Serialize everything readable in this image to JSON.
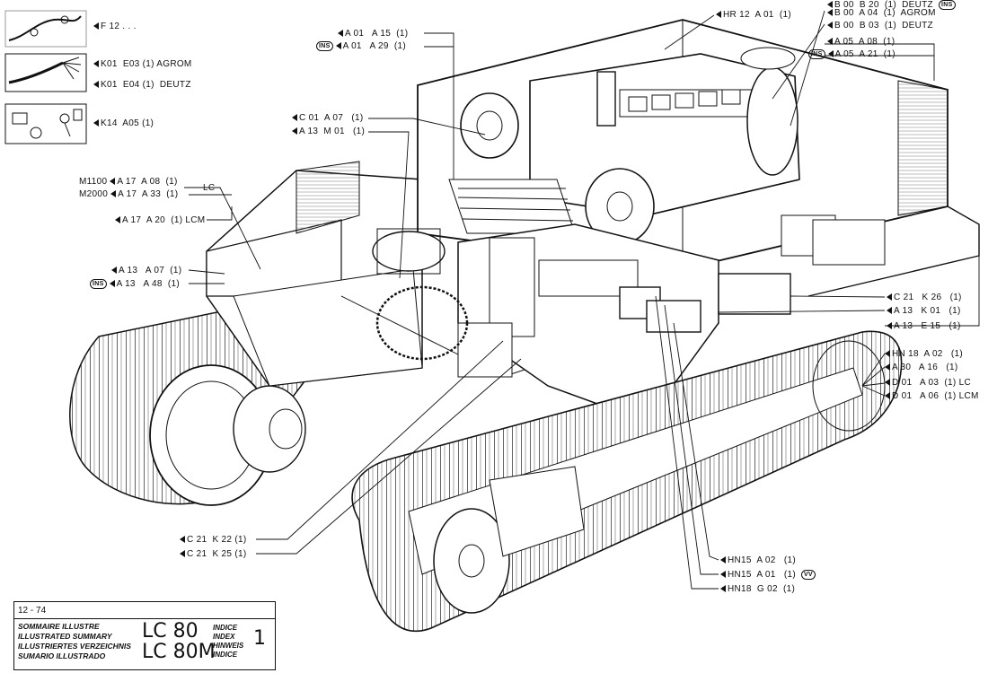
{
  "labels": {
    "f12": "F 12 . . .",
    "k01e03": "K01  E03 (1) AGROM",
    "k01e04": "K01  E04 (1)  DEUTZ",
    "k14a05": "K14  A05 (1)",
    "hr12a01": "HR 12  A 01  (1)",
    "b00b20": "B 00  B 20  (1)  DEUTZ",
    "b00a04": "B 00  A 04  (1)  AGROM",
    "b00b03": "B 00  B 03  (1)  DEUTZ",
    "a05a08": "A 05  A 08  (1)",
    "a05a21": "A 05  A 21  (1)",
    "a01a15": "A 01   A 15  (1)",
    "a01a29": "A 01   A 29  (1)",
    "c01a07": "C 01  A 07   (1)",
    "a13m01": "A 13  M 01   (1)",
    "m1100_pre": "M1100",
    "a17a08": "A 17  A 08  (1)",
    "m2000_pre": "M2000",
    "a17a33": "A 17  A 33  (1)",
    "lc": "LC",
    "a17a20": "A 17  A 20  (1) LCM",
    "a13a07": "A 13   A 07  (1)",
    "a13a48": "A 13   A 48  (1)",
    "c21k26": "C 21   K 26   (1)",
    "a13k01": "A 13   K 01   (1)",
    "a13e15": "A 13   E 15   (1)",
    "hn18a02": "HN 18  A 02   (1)",
    "a30a16": "A 30   A 16   (1)",
    "d01a03": "D 01   A 03  (1) LC",
    "d01a06": "D 01   A 06  (1) LCM",
    "c21k22": "C 21  K 22 (1)",
    "c21k25": "C 21  K 25 (1)",
    "hn15a02": "HN15  A 02   (1)",
    "hn15a01": "HN15  A 01   (1)",
    "hn18g02": "HN18  G 02  (1)"
  },
  "badges": {
    "ins": "INS",
    "vv": "VV"
  },
  "title_block": {
    "date": "12 - 74",
    "languages": "SOMMAIRE ILLUSTRE\nILLUSTRATED SUMMARY\nILLUSTRIERTES VERZEICHNIS\nSUMARIO ILLUSTRADO",
    "model": "LC 80\nLC 80M",
    "index_words": "INDICE\nINDEX\nHINWEIS\nINDICE",
    "index_number": "1"
  }
}
